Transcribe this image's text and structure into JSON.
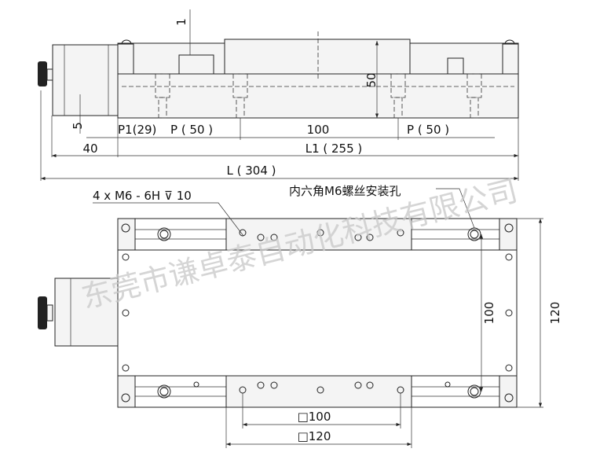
{
  "side_view": {
    "leader_label": "1",
    "height_label": "50",
    "offset_label": "5",
    "dims": {
      "p1": "P1(29)",
      "p_left": "P ( 50 )",
      "center": "100",
      "p_right": "P ( 50 )",
      "motor": "40",
      "l1": "L1 ( 255 )",
      "l": "L ( 304 )"
    }
  },
  "top_view": {
    "thread_note": "4 x  M6 - 6H ⊽ 10",
    "mount_note": "内六角M6螺丝安装孔",
    "dim_inner_height": "100",
    "dim_outer_height": "120",
    "dim_square_inner": "□100",
    "dim_square_outer": "□120"
  },
  "watermark": "东莞市谦卓泰自动化科技有限公司"
}
